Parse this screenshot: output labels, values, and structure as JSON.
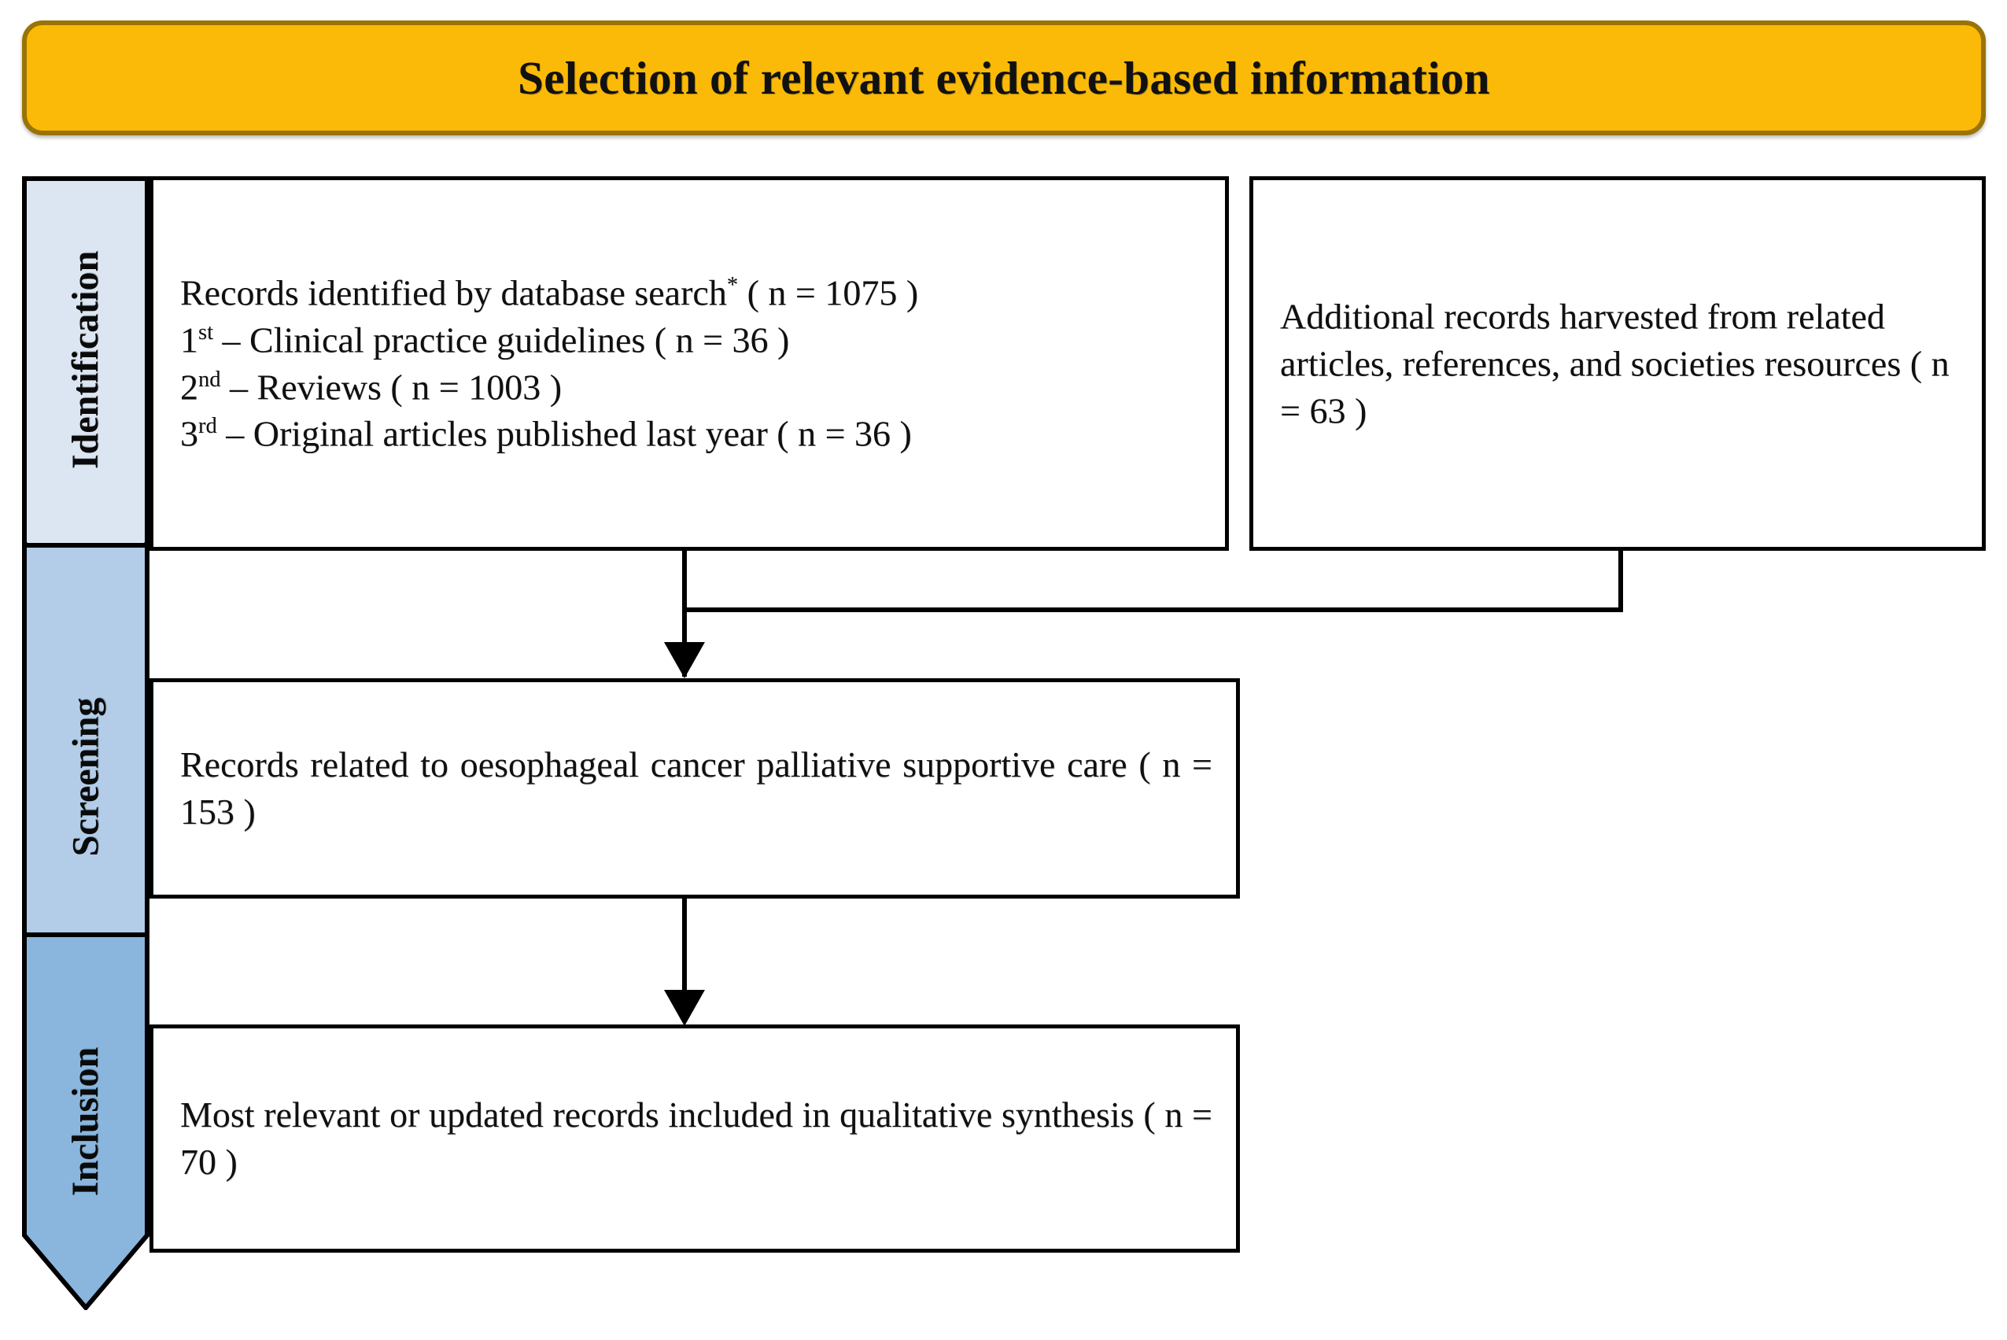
{
  "title": {
    "text": "Selection of relevant evidence-based information",
    "fill_color": "#FBBA07",
    "border_color": "#997404"
  },
  "stages": [
    {
      "label": "Identification",
      "fill_color": "#DCE6F2"
    },
    {
      "label": "Screening",
      "fill_color": "#B3CDE8"
    },
    {
      "label": "Inclusion",
      "fill_color": "#8AB6DE"
    }
  ],
  "boxes": {
    "identification_primary": {
      "lines": [
        {
          "prefix": "",
          "sup": "",
          "text": "Records identified by database search",
          "star": "*",
          "tail": " ( n = 1075 )"
        },
        {
          "prefix": "1",
          "sup": "st",
          "text": "",
          "star": "",
          "tail": " – Clinical practice guidelines ( n = 36 )"
        },
        {
          "prefix": "2",
          "sup": "nd",
          "text": "",
          "star": "",
          "tail": " – Reviews ( n = 1003 )"
        },
        {
          "prefix": "3",
          "sup": "rd",
          "text": "",
          "star": "",
          "tail": " – Original articles published last year ( n = 36 )"
        }
      ],
      "counts": {
        "total_records": 1075,
        "clinical_practice_guidelines": 36,
        "reviews": 1003,
        "original_articles_last_year": 36
      }
    },
    "identification_additional": {
      "text": "Additional records harvested from related articles, references, and societies resources ( n =  63 )",
      "count": 63
    },
    "screening": {
      "text": "Records related to oesophageal cancer palliative supportive care ( n = 153 )",
      "count": 153
    },
    "inclusion": {
      "text": "Most relevant or updated records included in qualitative synthesis ( n = 70 )",
      "count": 70
    }
  },
  "connectors": {
    "merge_arrow_name": "merge-arrow",
    "screening_to_inclusion_arrow_name": "screening-to-inclusion-arrow"
  }
}
